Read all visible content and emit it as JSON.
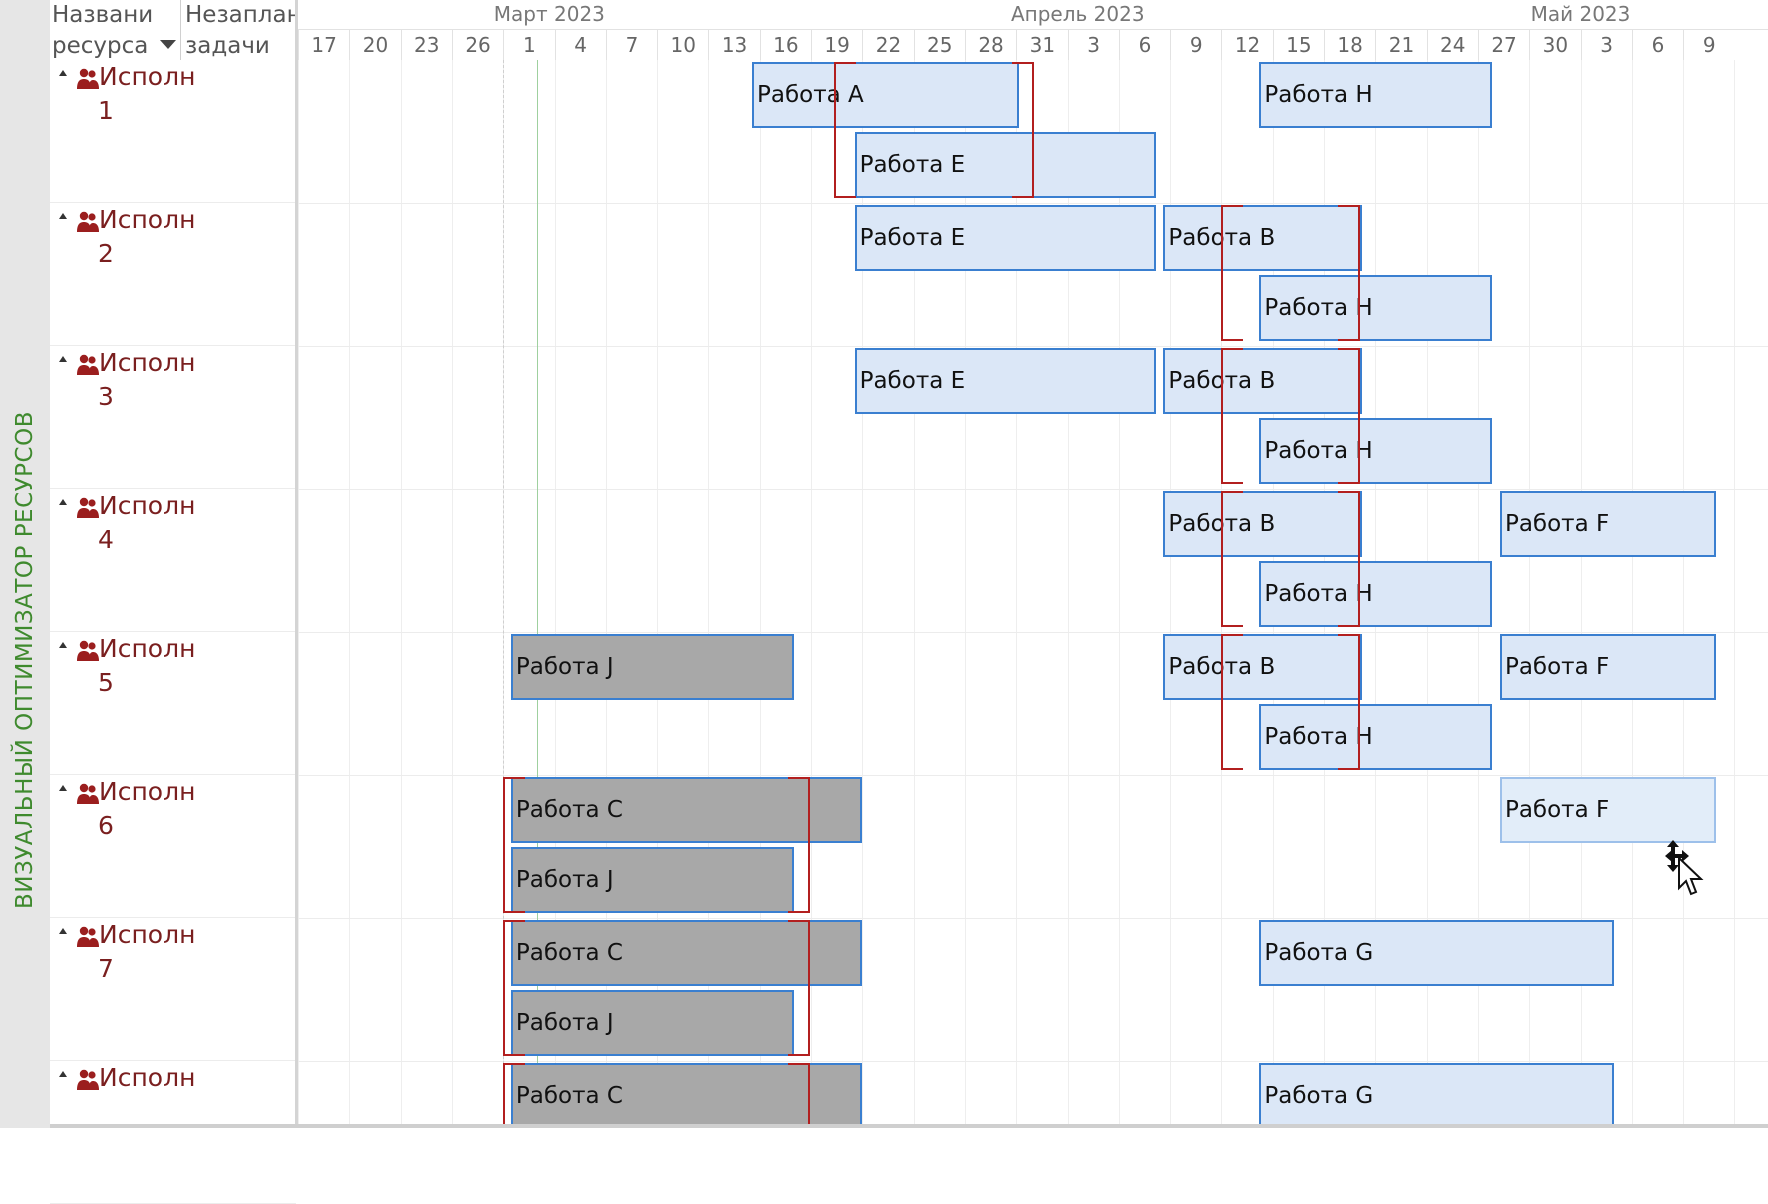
{
  "view": {
    "side_label": "ВИЗУАЛЬНЫЙ ОПТИМИЗАТОР РЕСУРСОВ",
    "columns": {
      "resource_name": "Названи ресурса",
      "unplanned": "Незаплан задачи"
    }
  },
  "timeline": {
    "months": [
      {
        "label": "Март 2023",
        "col": 4.9
      },
      {
        "label": "Апрель 2023",
        "col": 15.2
      },
      {
        "label": "Май 2023",
        "col": 25.0
      }
    ],
    "days": [
      "17",
      "20",
      "23",
      "26",
      "1",
      "4",
      "7",
      "10",
      "13",
      "16",
      "19",
      "22",
      "25",
      "28",
      "31",
      "3",
      "6",
      "9",
      "12",
      "15",
      "18",
      "21",
      "24",
      "27",
      "30",
      "3",
      "6",
      "9"
    ]
  },
  "resources": [
    {
      "name": "Исполн",
      "number": "1"
    },
    {
      "name": "Исполн",
      "number": "2"
    },
    {
      "name": "Исполн",
      "number": "3"
    },
    {
      "name": "Исполн",
      "number": "4"
    },
    {
      "name": "Исполн",
      "number": "5"
    },
    {
      "name": "Исполн",
      "number": "6"
    },
    {
      "name": "Исполн",
      "number": "7"
    },
    {
      "name": "Исполн",
      "number": ""
    }
  ],
  "assignments": [
    {
      "res": 0,
      "sub": 0,
      "label": "Работа A",
      "start": 8.85,
      "end": 14.05,
      "style": "blue"
    },
    {
      "res": 0,
      "sub": 1,
      "label": "Работа E",
      "start": 10.85,
      "end": 16.72,
      "style": "blue"
    },
    {
      "res": 0,
      "sub": 0,
      "label": "Работа H",
      "start": 18.74,
      "end": 23.27,
      "style": "blue"
    },
    {
      "res": 1,
      "sub": 0,
      "label": "Работа E",
      "start": 10.85,
      "end": 16.72,
      "style": "blue"
    },
    {
      "res": 1,
      "sub": 0,
      "label": "Работа B",
      "start": 16.87,
      "end": 20.74,
      "style": "blue"
    },
    {
      "res": 1,
      "sub": 1,
      "label": "Работа H",
      "start": 18.74,
      "end": 23.27,
      "style": "blue"
    },
    {
      "res": 2,
      "sub": 0,
      "label": "Работа E",
      "start": 10.85,
      "end": 16.72,
      "style": "blue"
    },
    {
      "res": 2,
      "sub": 0,
      "label": "Работа B",
      "start": 16.87,
      "end": 20.74,
      "style": "blue"
    },
    {
      "res": 2,
      "sub": 1,
      "label": "Работа H",
      "start": 18.74,
      "end": 23.27,
      "style": "blue"
    },
    {
      "res": 3,
      "sub": 0,
      "label": "Работа B",
      "start": 16.87,
      "end": 20.74,
      "style": "blue"
    },
    {
      "res": 3,
      "sub": 1,
      "label": "Работа H",
      "start": 18.74,
      "end": 23.27,
      "style": "blue"
    },
    {
      "res": 3,
      "sub": 0,
      "label": "Работа F",
      "start": 23.43,
      "end": 27.65,
      "style": "blue"
    },
    {
      "res": 4,
      "sub": 0,
      "label": "Работа J",
      "start": 4.15,
      "end": 9.67,
      "style": "grey"
    },
    {
      "res": 4,
      "sub": 0,
      "label": "Работа B",
      "start": 16.87,
      "end": 20.74,
      "style": "blue"
    },
    {
      "res": 4,
      "sub": 1,
      "label": "Работа H",
      "start": 18.74,
      "end": 23.27,
      "style": "blue"
    },
    {
      "res": 4,
      "sub": 0,
      "label": "Работа F",
      "start": 23.43,
      "end": 27.65,
      "style": "blue"
    },
    {
      "res": 5,
      "sub": 0,
      "label": "Работа C",
      "start": 4.15,
      "end": 11.0,
      "style": "grey"
    },
    {
      "res": 5,
      "sub": 1,
      "label": "Работа J",
      "start": 4.15,
      "end": 9.67,
      "style": "grey"
    },
    {
      "res": 5,
      "sub": 0,
      "label": "Работа F",
      "start": 23.43,
      "end": 27.65,
      "style": "faded"
    },
    {
      "res": 6,
      "sub": 0,
      "label": "Работа C",
      "start": 4.15,
      "end": 11.0,
      "style": "grey"
    },
    {
      "res": 6,
      "sub": 1,
      "label": "Работа J",
      "start": 4.15,
      "end": 9.67,
      "style": "grey"
    },
    {
      "res": 6,
      "sub": 0,
      "label": "Работа G",
      "start": 18.74,
      "end": 25.65,
      "style": "blue"
    },
    {
      "res": 7,
      "sub": 0,
      "label": "Работа C",
      "start": 4.15,
      "end": 11.0,
      "style": "grey"
    },
    {
      "res": 7,
      "sub": 0,
      "label": "Работа G",
      "start": 18.74,
      "end": 25.65,
      "style": "blue"
    }
  ],
  "overallocations": [
    {
      "res": 0,
      "start": 10.45,
      "end": 14.35,
      "span": 2
    },
    {
      "res": 1,
      "start": 18.0,
      "end": 20.7,
      "span": 2
    },
    {
      "res": 2,
      "start": 18.0,
      "end": 20.7,
      "span": 2
    },
    {
      "res": 3,
      "start": 18.0,
      "end": 20.7,
      "span": 2
    },
    {
      "res": 4,
      "start": 18.0,
      "end": 20.7,
      "span": 2
    },
    {
      "res": 5,
      "start": 4.0,
      "end": 9.98,
      "span": 2
    },
    {
      "res": 6,
      "start": 4.0,
      "end": 9.98,
      "span": 2
    },
    {
      "res": 7,
      "start": 4.0,
      "end": 9.98,
      "span": 1
    }
  ],
  "markers": {
    "today_col": 4.65,
    "status_col": 4.0
  },
  "colors": {
    "bar_blue": "#dbe7f7",
    "bar_grey": "#a8a8a8",
    "bar_border": "#3a7fd0",
    "overallocation": "#b21f1f",
    "resource_text": "#7a1f1f",
    "side_label": "#3f8a2e"
  },
  "icons": {
    "resource": "person-group-icon",
    "cursor": "move-cursor-icon"
  }
}
